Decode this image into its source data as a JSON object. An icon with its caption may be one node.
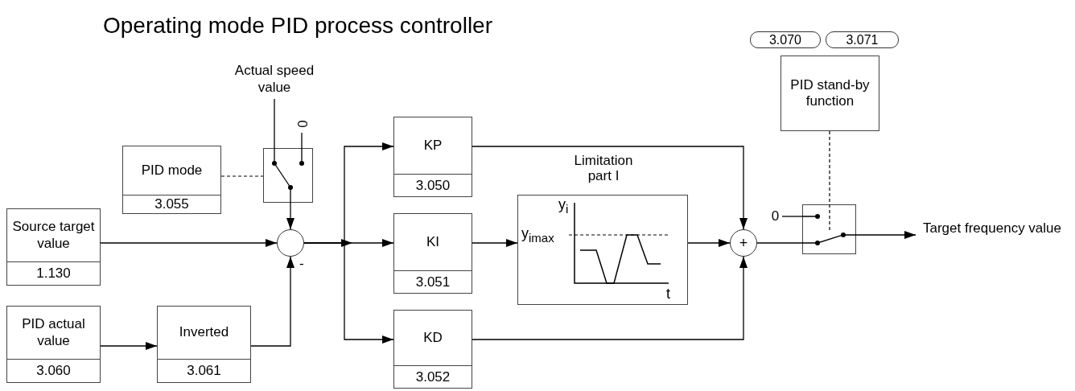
{
  "diagram": {
    "title": "Operating mode PID process controller",
    "nodes": [
      {
        "text": [
          "Actual speed value"
        ]
      },
      {
        "text": [
          "0"
        ]
      },
      {
        "text": [
          "PID mode",
          "3.055"
        ]
      },
      {
        "text": [],
        "shape": "box"
      },
      {
        "text": [
          "Source target value",
          "1.130"
        ]
      },
      {
        "text": [],
        "shape": "circle",
        "beside": [
          "-"
        ]
      },
      {
        "text": [
          "PID actual value",
          "3.060"
        ]
      },
      {
        "text": [
          "Inverted",
          "3.061"
        ]
      },
      {
        "text": [
          "KP",
          "3.050"
        ]
      },
      {
        "text": [
          "KI",
          "3.051"
        ]
      },
      {
        "text": [
          "KD",
          "3.052"
        ]
      },
      {
        "text": [
          "Limitation part I",
          "y$_{i}$",
          "y$_{imax}$",
          "t"
        ]
      },
      {
        "text": [
          "+"
        ]
      },
      {
        "text": [
          "3.070"
        ]
      },
      {
        "text": [
          "3.071"
        ]
      },
      {
        "text": [
          "PID stand-by function"
        ]
      },
      {
        "text": [
          "0"
        ]
      },
      {
        "text": [],
        "shape": "box"
      },
      {
        "text": [
          "Target frequency value"
        ]
      }
    ],
    "edges": [
      {
        "from": 0,
        "to": 3,
        "arrow": "none"
      },
      {
        "from": 1,
        "to": 3,
        "arrow": "none"
      },
      {
        "from": 2,
        "to": 3,
        "arrow": "none",
        "style": "dashed"
      },
      {
        "from": 3,
        "to": 5,
        "arrow": "to"
      },
      {
        "from": 4,
        "to": 5,
        "arrow": "to"
      },
      {
        "from": 7,
        "to": 5,
        "arrow": "to"
      },
      {
        "from": 6,
        "to": 7,
        "arrow": "to"
      },
      {
        "from": 5,
        "to": 8,
        "arrow": "to"
      },
      {
        "from": 5,
        "to": 9,
        "arrow": "to"
      },
      {
        "from": 5,
        "to": 10,
        "arrow": "to"
      },
      {
        "from": 9,
        "to": 11,
        "arrow": "to"
      },
      {
        "from": 8,
        "to": 12,
        "arrow": "to"
      },
      {
        "from": 11,
        "to": 12,
        "arrow": "to"
      },
      {
        "from": 10,
        "to": 12,
        "arrow": "to"
      },
      {
        "from": 12,
        "to": 17,
        "arrow": "none"
      },
      {
        "from": 16,
        "to": 17,
        "arrow": "none"
      },
      {
        "from": 15,
        "to": 17,
        "arrow": "none",
        "style": "dashed"
      },
      {
        "from": 17,
        "to": 18,
        "arrow": "to"
      }
    ]
  }
}
